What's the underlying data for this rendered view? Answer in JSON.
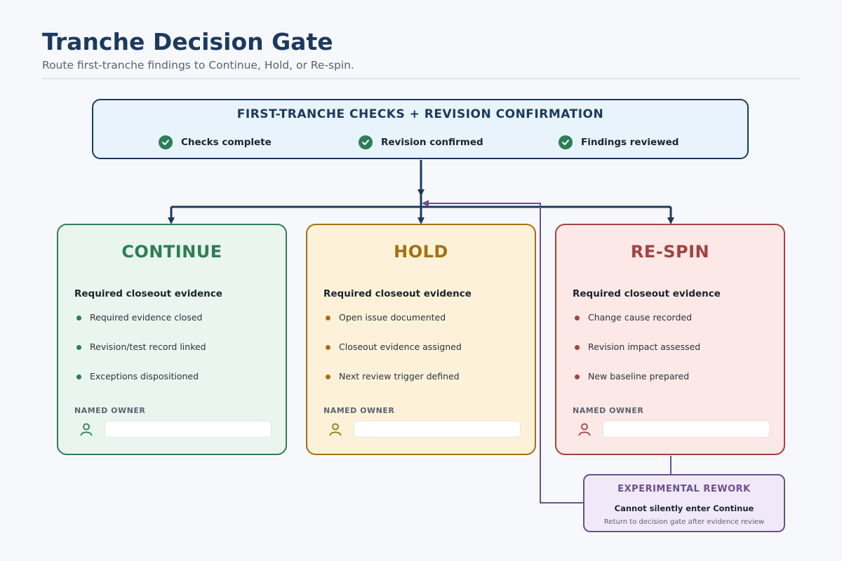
{
  "header": {
    "title": "Tranche Decision Gate",
    "subtitle": "Route first-tranche findings to Continue, Hold, or Re-spin."
  },
  "gate": {
    "title": "FIRST-TRANCHE CHECKS + REVISION CONFIRMATION",
    "checks": [
      "Checks complete",
      "Revision confirmed",
      "Findings reviewed"
    ],
    "check_color": "#2e7d57"
  },
  "outcomes": [
    {
      "title": "CONTINUE",
      "subtitle": "Required closeout evidence",
      "items": [
        "Required evidence closed",
        "Revision/test record linked",
        "Exceptions dispositioned"
      ],
      "owner_label": "NAMED OWNER",
      "owner_value": "",
      "accent": "#2e7d57",
      "background": "#e9f5ee"
    },
    {
      "title": "HOLD",
      "subtitle": "Required closeout evidence",
      "items": [
        "Open issue documented",
        "Closeout evidence assigned",
        "Next review trigger defined"
      ],
      "owner_label": "NAMED OWNER",
      "owner_value": "",
      "accent": "#a5700f",
      "background": "#fdf2d9"
    },
    {
      "title": "RE-SPIN",
      "subtitle": "Required closeout evidence",
      "items": [
        "Change cause recorded",
        "Revision impact assessed",
        "New baseline prepared"
      ],
      "owner_label": "NAMED OWNER",
      "owner_value": "",
      "accent": "#a3433f",
      "background": "#fce8e6"
    }
  ],
  "rework": {
    "title": "EXPERIMENTAL REWORK",
    "subtitle": "Cannot silently enter Continue",
    "note": "Return to decision gate after evidence review",
    "accent": "#6b4f8e"
  },
  "connector_color": "#1b3a5c",
  "icons": {
    "check": "check-circle-icon",
    "owner": "user-icon"
  }
}
